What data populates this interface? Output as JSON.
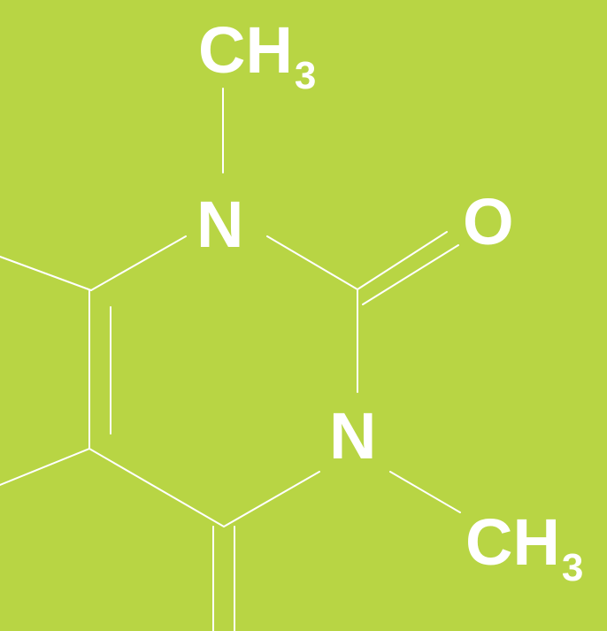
{
  "background_color": "#b8d544",
  "line_color": "#ffffff",
  "atoms": {
    "ch3_top": {
      "symbol": "CH",
      "subscript": "3"
    },
    "n1": {
      "symbol": "N"
    },
    "o": {
      "symbol": "O"
    },
    "n3": {
      "symbol": "N"
    },
    "ch3_right": {
      "symbol": "CH",
      "subscript": "3"
    }
  }
}
